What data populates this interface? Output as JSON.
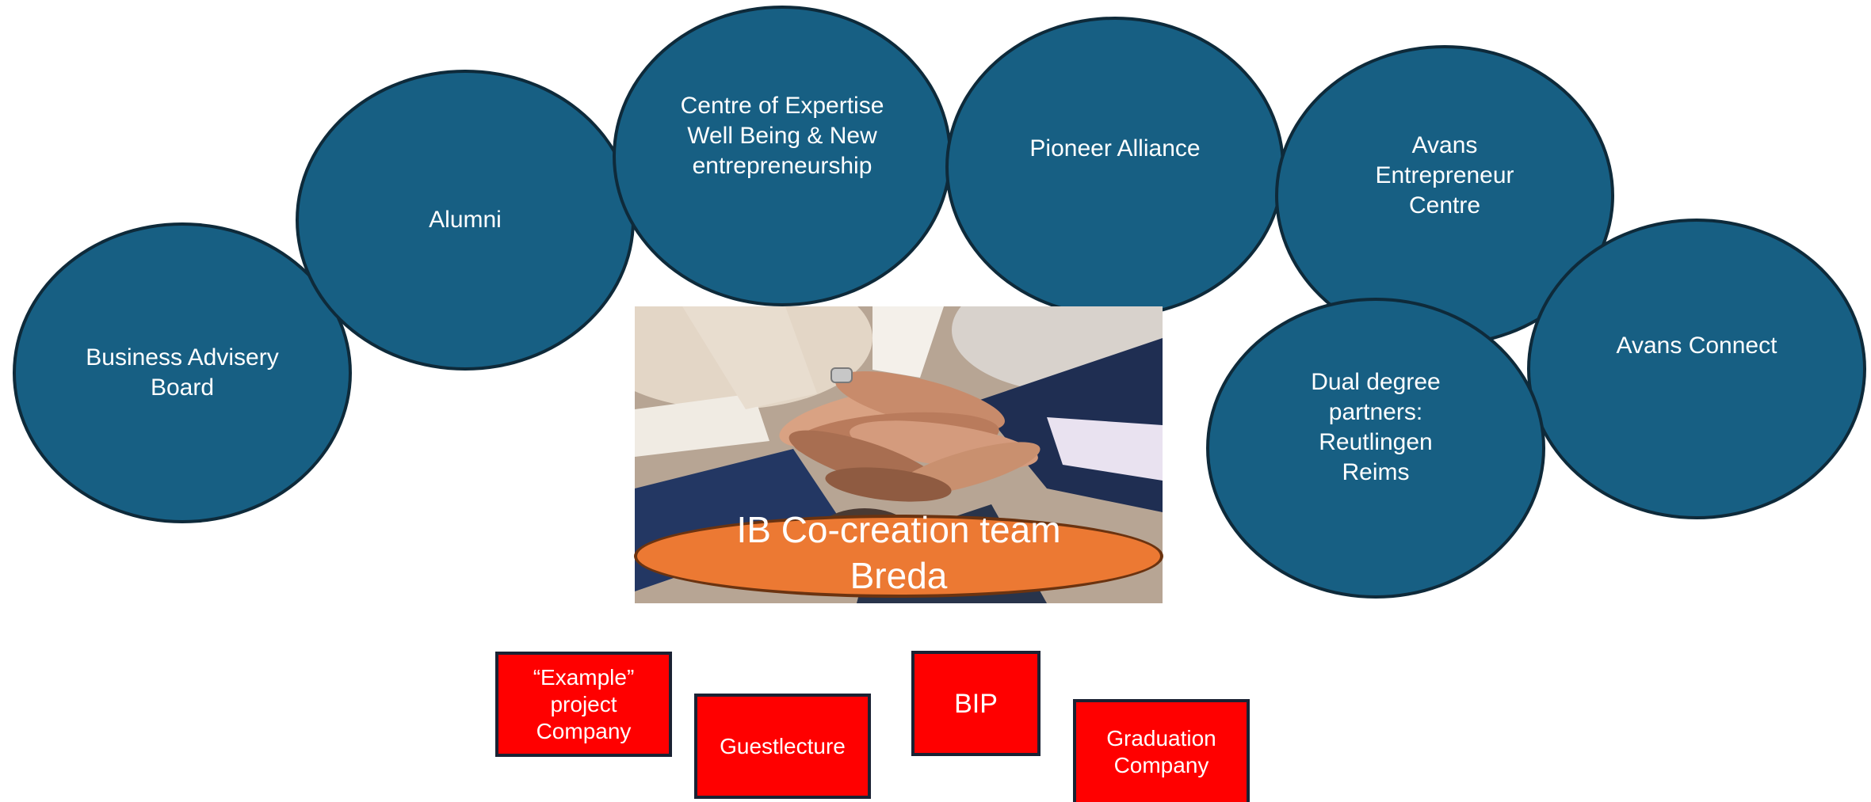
{
  "network": {
    "partners": [
      {
        "id": "business-advisory-board",
        "label": "Business Advisery\nBoard"
      },
      {
        "id": "alumni",
        "label": "Alumni"
      },
      {
        "id": "centre-of-expertise",
        "label": "Centre of Expertise\nWell Being & New\nentrepreneurship"
      },
      {
        "id": "pioneer-alliance",
        "label": "Pioneer Alliance"
      },
      {
        "id": "avans-entrepreneur-centre",
        "label": "Avans\nEntrepreneur\nCentre"
      },
      {
        "id": "dual-degree-partners",
        "label": "Dual degree\npartners:\nReutlingen\nReims"
      },
      {
        "id": "avans-connect",
        "label": "Avans Connect"
      }
    ],
    "center": {
      "label": "IB Co-creation team\nBreda"
    },
    "activities": [
      {
        "id": "example-project-company",
        "label": "“Example”\nproject\nCompany"
      },
      {
        "id": "guestlecture",
        "label": "Guestlecture"
      },
      {
        "id": "bip",
        "label": "BIP"
      },
      {
        "id": "graduation-company",
        "label": "Graduation\nCompany"
      }
    ]
  },
  "colors": {
    "partner_fill": "#175f83",
    "partner_border": "#0e2a3a",
    "center_fill": "#ec7933",
    "activity_fill": "#ff0000",
    "activity_border": "#1a2233"
  },
  "icons": {
    "photo": "hands-together-image"
  }
}
